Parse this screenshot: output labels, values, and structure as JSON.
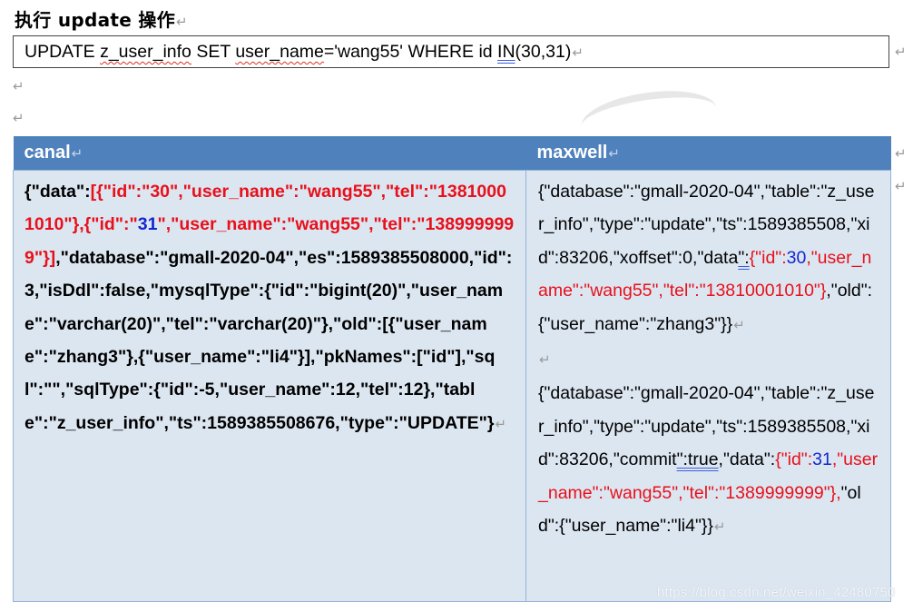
{
  "heading": "执行 update 操作",
  "sql": {
    "prefix": "UPDATE ",
    "table_name": "z_user_info",
    "set_keyword": " SET ",
    "column": "user_name",
    "assign": "='wang55' WHERE id ",
    "in_keyword": "IN",
    "values": "(30,31)"
  },
  "paragraph_mark": "↵",
  "table": {
    "headers": [
      "canal",
      "maxwell"
    ],
    "canal": {
      "p1": "{\"data\":",
      "r1": "[{\"id\":\"30\",\"user_name\":\"wang55\",\"tel\":\"13810001010\"},{\"id\":\"",
      "b1": "31",
      "r2": "\",\"user_name\":\"wang55\",\"tel\":\"1389999999\"}]",
      "p2": ",\"database\":\"gmall-2020-04\",\"es\":1589385508000,\"id\":3,\"isDdl\":false,\"mysqlType\":{\"id\":\"bigint(20)\",\"user_name\":\"varchar(20)\",\"tel\":\"varchar(20)\"},\"old\":[{\"user_name\":\"zhang3\"},{\"user_name\":\"li4\"}],\"pkNames\":[\"id\"],\"sql\":\"\",\"sqlType\":{\"id\":-5,\"user_name\":12,\"tel\":12},\"table\":\"z_user_info\",\"ts\":1589385508676,\"type\":\"UPDATE\"}"
    },
    "maxwell": {
      "e1": {
        "p1": "{\"database\":\"gmall-2020-04\",\"table\":\"z_user_info\",\"type\":\"update\",\"ts\":1589385508,\"xid\":83206,\"xoffset\":0,\"data",
        "u1": "\":",
        "r1": "{\"id\":",
        "b1": "30",
        "r2": ",\"user_name\":\"wang55\",\"tel\":\"13810001010\"}",
        "p2": ",\"old\":{\"user_name\":\"zhang3\"}}"
      },
      "e2": {
        "p1": "{\"database\":\"gmall-2020-04\",\"table\":\"z_user_info\",\"type\":\"update\",\"ts\":1589385508,\"xid\":83206,\"commit",
        "u1": "\":true",
        "p2": ",\"data\":",
        "r1": "{\"id\":",
        "b1": "31",
        "r2": ",\"user_name\":\"wang55\",\"tel\":\"1389999999\"},",
        "p3": "\"old\":{\"user_name\":\"li4\"}}"
      }
    }
  },
  "watermark_url": "https://blog.csdn.net/weixin_42480750",
  "colors": {
    "header_bg": "#4f81bd",
    "cell_bg": "#dce6f1",
    "highlight_red": "#e8101a",
    "highlight_blue": "#1226cf"
  }
}
